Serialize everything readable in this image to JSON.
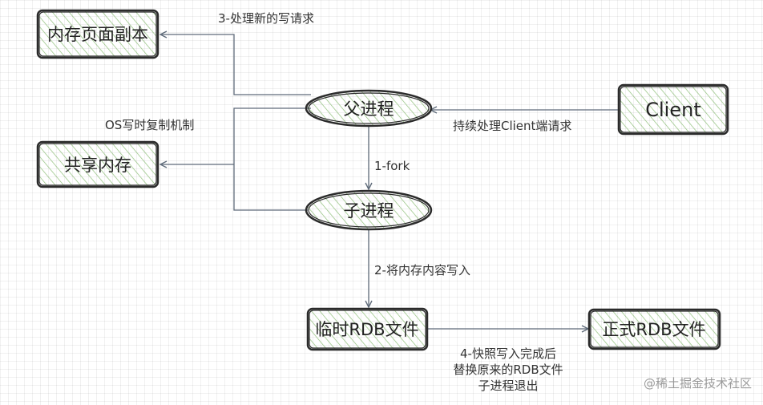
{
  "nodes": {
    "memory_page_copy": "内存页面副本",
    "shared_memory": "共享内存",
    "parent_process": "父进程",
    "child_process": "子进程",
    "client": "Client",
    "temp_rdb": "临时RDB文件",
    "final_rdb": "正式RDB文件"
  },
  "edges": {
    "handle_new_write": "3-处理新的写请求",
    "os_cow": "OS写时复制机制",
    "keep_client": "持续处理Client端请求",
    "fork": "1-fork",
    "write_memory": "2-将内存内容写入",
    "replace_line1": "4-快照写入完成后",
    "replace_line2": "替换原来的RDB文件",
    "replace_line3": "子进程退出"
  },
  "watermark": "@稀土掘金技术社区",
  "colors": {
    "hatch": "#8fbf7a",
    "stroke": "#2b2b2b",
    "edge": "#5f6b7a"
  }
}
